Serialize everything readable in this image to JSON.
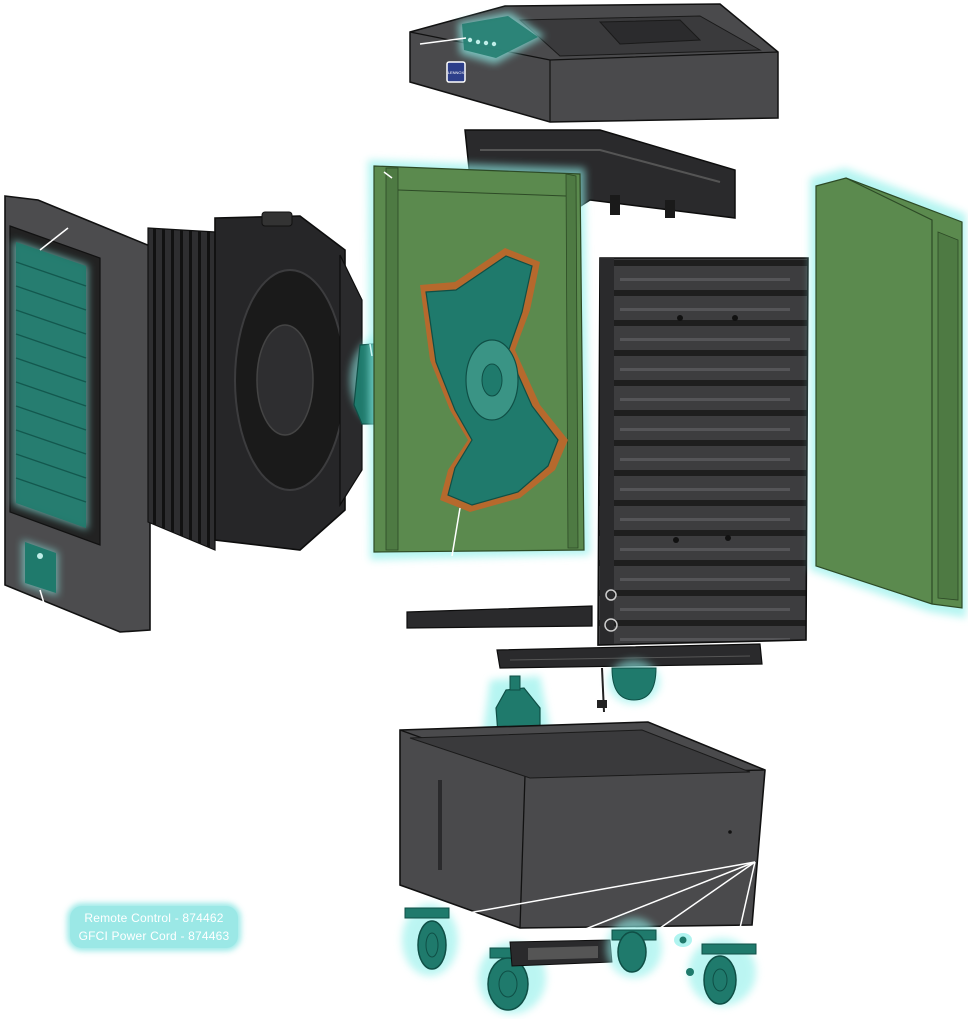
{
  "diagram": {
    "type": "exploded-view",
    "brand_badge": "LENNOX",
    "colors": {
      "housing": "#4a4a4c",
      "housing_dark": "#262626",
      "outline": "#111111",
      "highlight_fill": "#1f7a6c",
      "highlight_glow": "#8ff0ea",
      "media_green": "#5b8a4e",
      "fan_orange": "#c0652a",
      "leader_line": "#ffffff"
    },
    "parts_callout": {
      "line1": "Remote Control - 874462",
      "line2": "GFCI Power Cord - 874463"
    }
  }
}
